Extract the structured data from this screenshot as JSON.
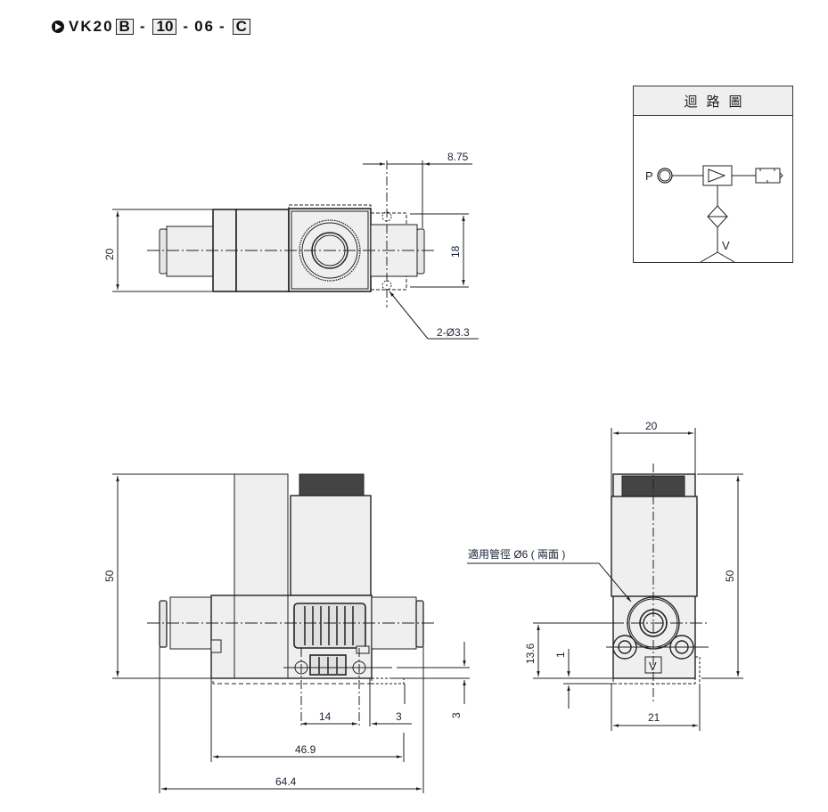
{
  "title": {
    "bullet_icon": "play-circle-icon",
    "prefix": "VK20",
    "box1": "B",
    "sep1": "-",
    "box2": "10",
    "sep2": "-",
    "mid": "06",
    "sep3": "-",
    "box3": "C"
  },
  "circuit_diagram": {
    "header": "迴路圖",
    "port_p": "P",
    "port_v": "V"
  },
  "top_view": {
    "dim_height": "20",
    "dim_mount_pitch": "18",
    "dim_offset": "8.75",
    "dim_holes": "2-Ø3.3"
  },
  "front_view": {
    "dim_height": "50",
    "dim_14": "14",
    "dim_3h": "3",
    "dim_3v": "3",
    "dim_body": "46.9",
    "dim_total": "64.4"
  },
  "side_view": {
    "dim_width_top": "20",
    "dim_height": "50",
    "dim_port_height": "13.6",
    "dim_1": "1",
    "dim_width_bottom": "21",
    "port_note": "適用管徑 Ø6 ( 兩面 )",
    "port_letter": "V"
  },
  "colors": {
    "line": "#222222",
    "body_fill": "#efefef",
    "text": "#1a2333"
  }
}
